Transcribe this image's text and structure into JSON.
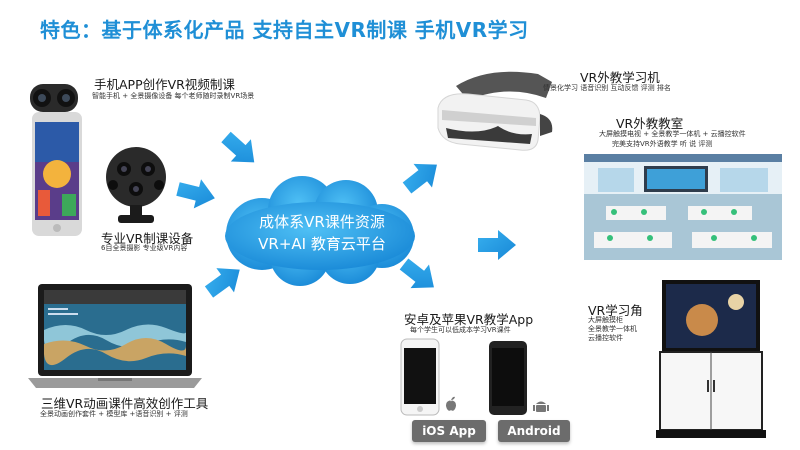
{
  "title": "特色：基于体系化产品 支持自主VR制课 手机VR学习",
  "center": {
    "line1": "成体系VR课件资源",
    "line2": "VR+AI 教育云平台"
  },
  "left": {
    "phone_app": {
      "heading": "手机APP创作VR视频制课",
      "sub": "智能手机 + 全景摄像设备   每个老师随时录制VR场景"
    },
    "pro_device": {
      "heading": "专业VR制课设备",
      "sub": "6目全景摄影 专业级VR内容"
    },
    "tool": {
      "heading": "三维VR动画课件高效创作工具",
      "sub": "全景动画创作套件 + 模型库 +语音识别 + 评测"
    }
  },
  "right": {
    "vr_headset": {
      "heading": "VR外教学习机",
      "sub": "情景化学习 语音识别 互动反馈 评测 排名"
    },
    "classroom": {
      "heading": "VR外教教室",
      "sub1": "大屏触摸电视 + 全景教学一体机 + 云播控软件",
      "sub2": "完美支持VR外语教学 听 说 评测"
    },
    "corner": {
      "heading": "VR学习角",
      "sub1": "大屏触摸柜",
      "sub2": "全景教学一体机",
      "sub3": "云播控软件"
    }
  },
  "bottom": {
    "app": {
      "heading": "安卓及苹果VR教学App",
      "sub": "每个学生可以低成本学习VR课件"
    },
    "ios_label": "iOS App",
    "android_label": "Android"
  },
  "colors": {
    "title": "#1f8fd6",
    "cloud": "#1a9ce0",
    "arrow": "#1d9be0"
  }
}
